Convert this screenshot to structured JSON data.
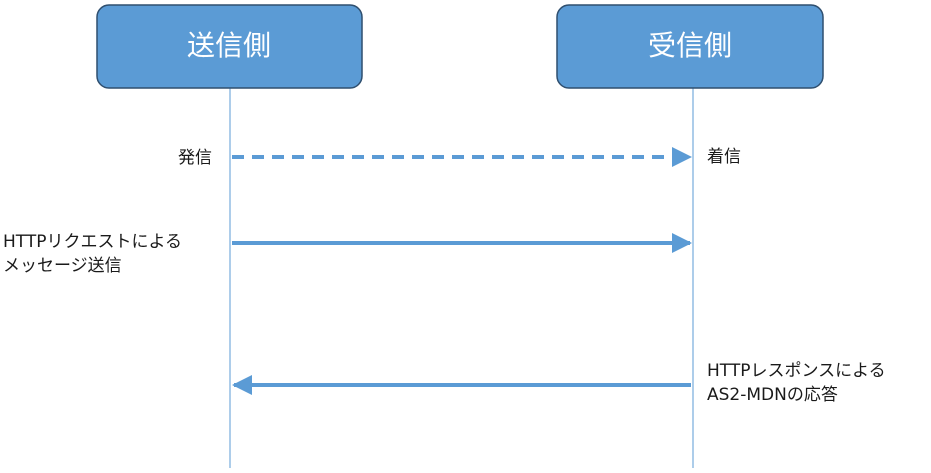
{
  "participants": [
    {
      "name": "送信側"
    },
    {
      "name": "受信側"
    }
  ],
  "messages": [
    {
      "label": "発信",
      "target_label": "着信",
      "direction": "right",
      "style": "dashed"
    },
    {
      "label_line1": "HTTPリクエストによる",
      "label_line2": "メッセージ送信",
      "direction": "right",
      "style": "solid"
    },
    {
      "label_line1": "HTTPレスポンスによる",
      "label_line2": "AS2-MDNの応答",
      "direction": "left",
      "style": "solid"
    }
  ],
  "colors": {
    "box_fill": "#5b9bd5",
    "box_stroke": "#2f4f6f",
    "box_text": "#ffffff",
    "lifeline": "#5b9bd5",
    "arrow": "#5b9bd5"
  }
}
